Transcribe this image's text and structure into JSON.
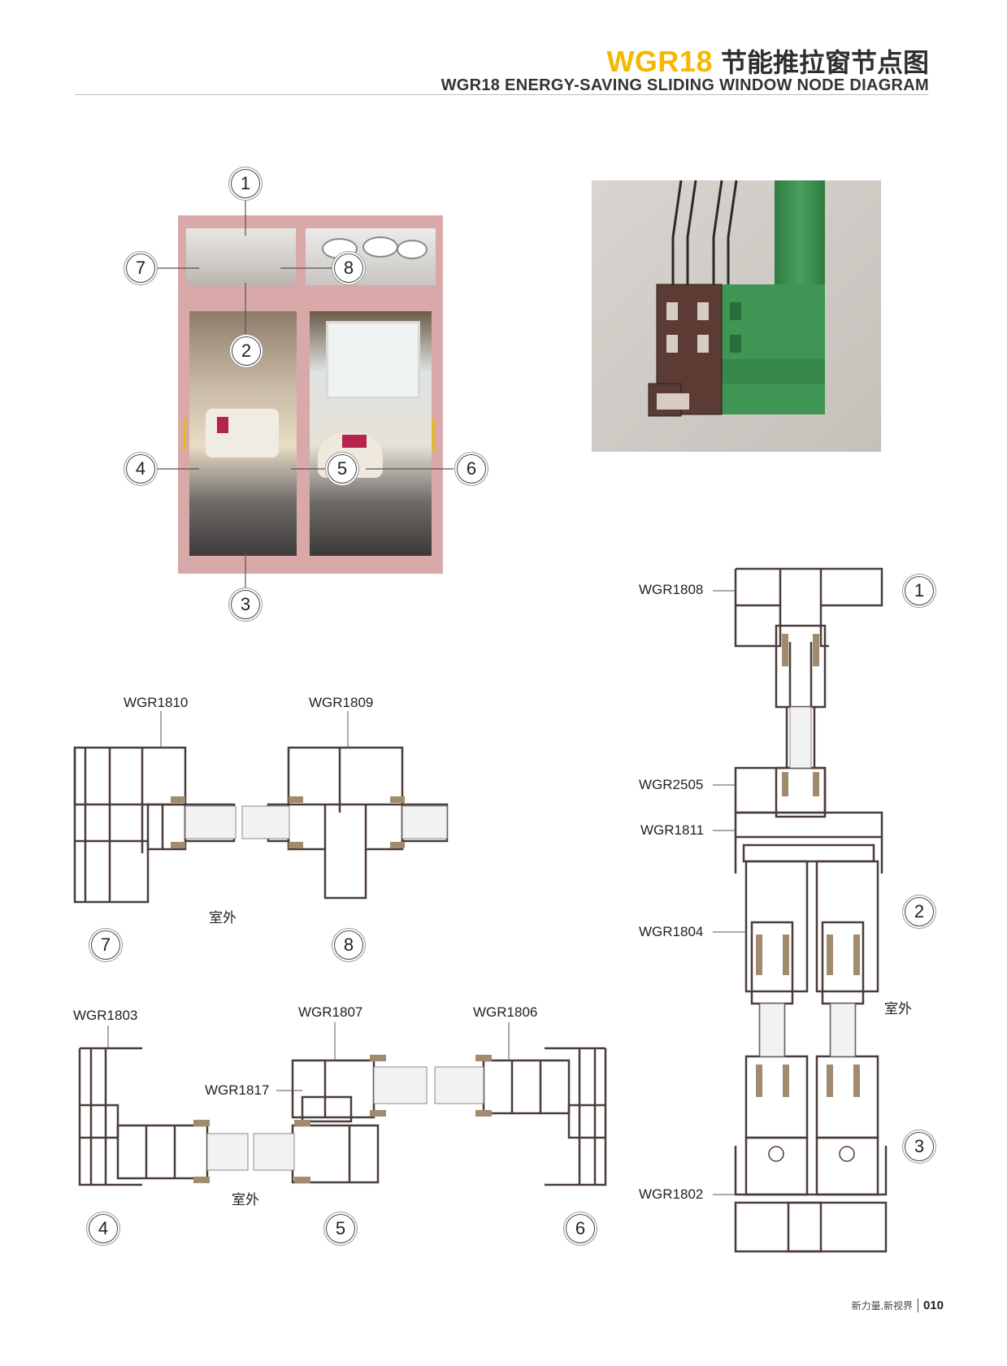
{
  "header": {
    "code": "WGR18",
    "title_cn": "节能推拉窗节点图",
    "subtitle": "WGR18 ENERGY-SAVING SLIDING WINDOW NODE DIAGRAM"
  },
  "window_callouts": [
    "1",
    "2",
    "3",
    "4",
    "5",
    "6",
    "7",
    "8"
  ],
  "right_section": {
    "labels": [
      "WGR1808",
      "WGR2505",
      "WGR1811",
      "WGR1804",
      "WGR1802"
    ],
    "callouts": [
      "1",
      "2",
      "3"
    ],
    "outdoor": "室外"
  },
  "node_78": {
    "labels": [
      "WGR1810",
      "WGR1809"
    ],
    "callouts": [
      "7",
      "8"
    ],
    "outdoor": "室外"
  },
  "node_456": {
    "labels": [
      "WGR1803",
      "WGR1807",
      "WGR1806",
      "WGR1817"
    ],
    "callouts": [
      "4",
      "5",
      "6"
    ],
    "outdoor": "室外"
  },
  "footer": {
    "slogan": "新力量,新视界",
    "page": "010"
  },
  "colors": {
    "accent": "#f5b800",
    "frame_pink": "#d9a9a9",
    "profile_stroke": "#4a3c38",
    "profile_green": "#3a8d4e"
  }
}
